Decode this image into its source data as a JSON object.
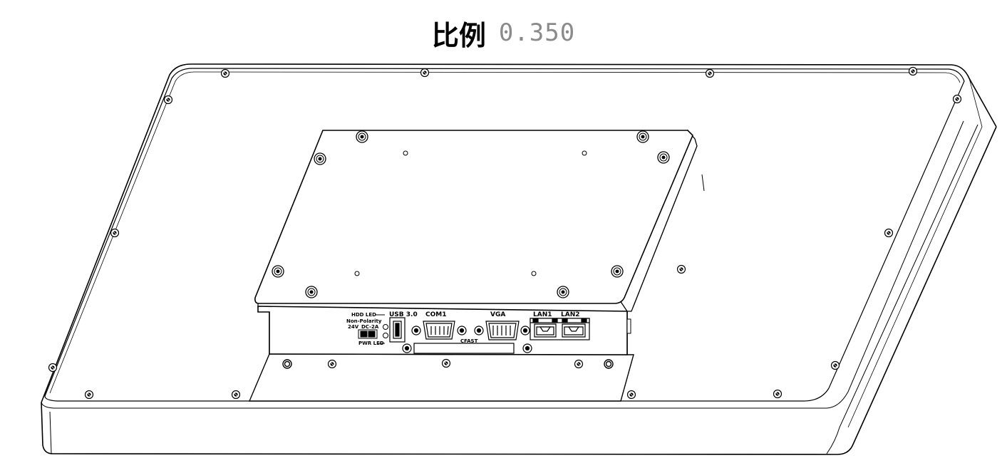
{
  "header": {
    "title": "比例",
    "scale_value": "0.350"
  },
  "ports": {
    "hdd_led": "HDD LED",
    "non_polarity": "Non-Polarity",
    "v24": "24V",
    "dc_range": "DC-2A",
    "pwr_led": "PWR LED",
    "usb": "USB 3.0",
    "com1": "COM1",
    "vga": "VGA",
    "lan1": "LAN1",
    "lan2": "LAN2",
    "cfast": "CFAST"
  },
  "colors": {
    "line": "#000000",
    "scale_text": "#8a8a8a"
  }
}
